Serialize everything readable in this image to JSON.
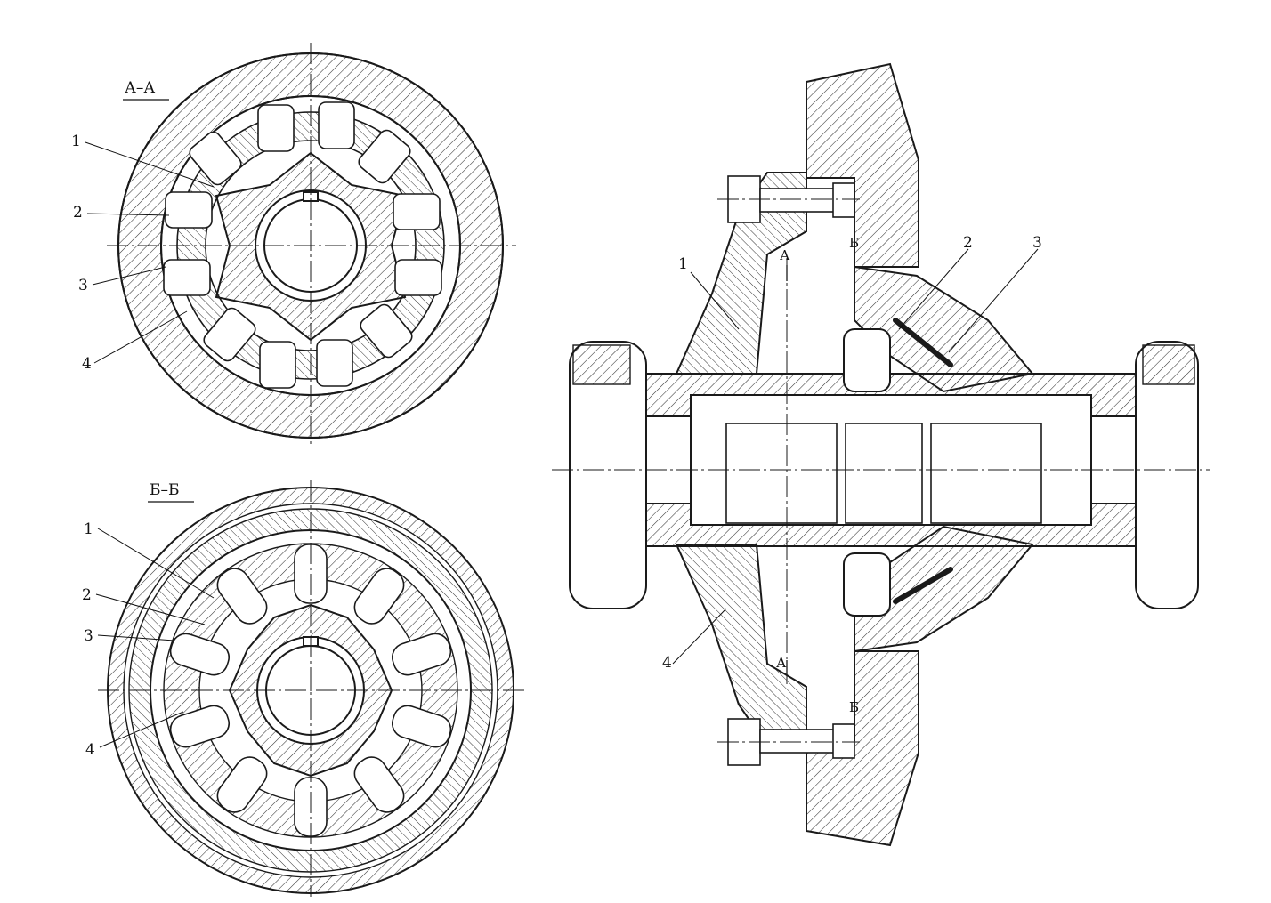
{
  "sections": {
    "aa": {
      "title": "А–А",
      "labels": [
        "1",
        "2",
        "3",
        "4"
      ]
    },
    "bb": {
      "title": "Б–Б",
      "labels": [
        "1",
        "2",
        "3",
        "4"
      ]
    }
  },
  "main_view": {
    "labels": [
      "1",
      "2",
      "3",
      "4"
    ],
    "cut_marks": [
      "А",
      "Б",
      "А",
      "Б"
    ]
  },
  "colors": {
    "line": "#1a1a1a",
    "hatch": "#333333",
    "paper": "#ffffff"
  }
}
